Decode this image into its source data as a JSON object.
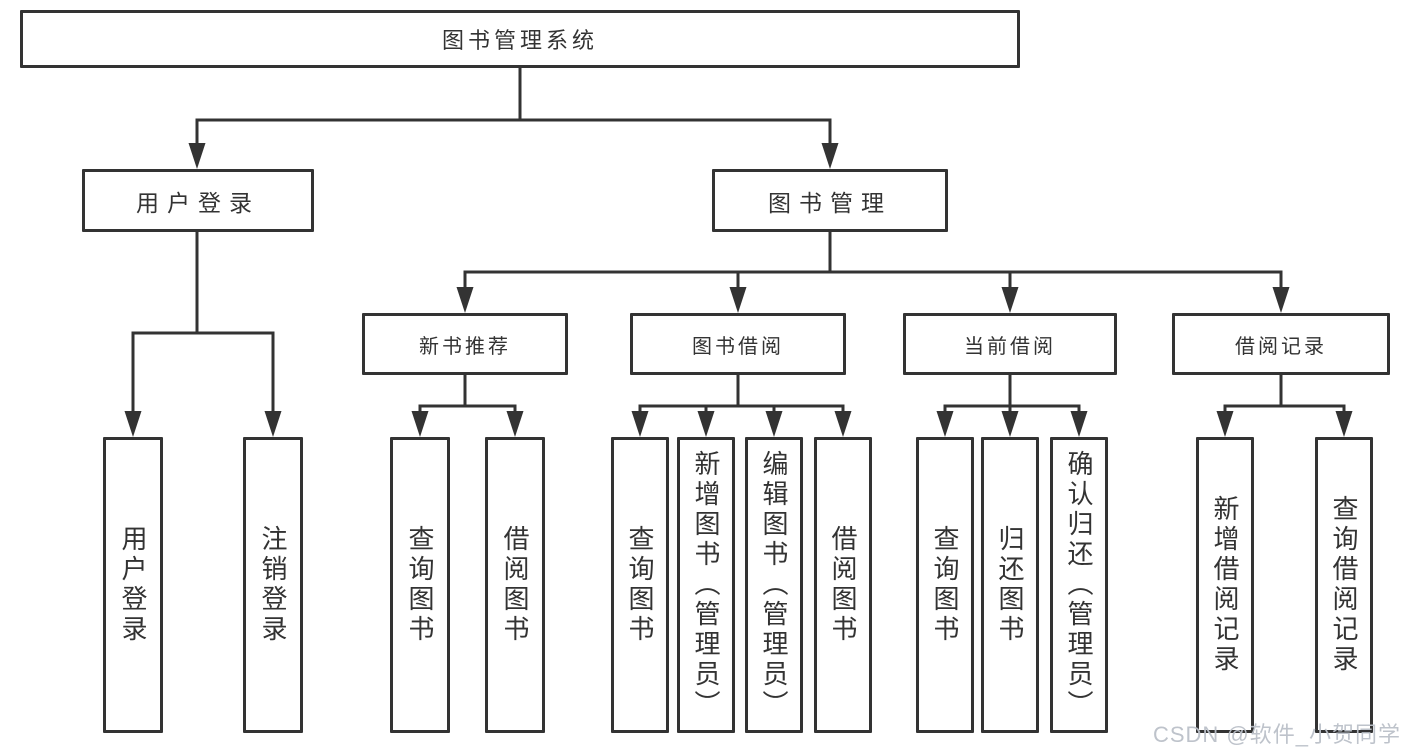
{
  "tree": {
    "label": "图书管理系统",
    "children": [
      {
        "label": "用户登录",
        "children": [
          {
            "label": "用户登录"
          },
          {
            "label": "注销登录"
          }
        ]
      },
      {
        "label": "图书管理",
        "children": [
          {
            "label": "新书推荐",
            "children": [
              {
                "label": "查询图书"
              },
              {
                "label": "借阅图书"
              }
            ]
          },
          {
            "label": "图书借阅",
            "children": [
              {
                "label": "查询图书"
              },
              {
                "label": "新增图书（管理员）"
              },
              {
                "label": "编辑图书（管理员）"
              },
              {
                "label": "借阅图书"
              }
            ]
          },
          {
            "label": "当前借阅",
            "children": [
              {
                "label": "查询图书"
              },
              {
                "label": "归还图书"
              },
              {
                "label": "确认归还（管理员）"
              }
            ]
          },
          {
            "label": "借阅记录",
            "children": [
              {
                "label": "新增借阅记录"
              },
              {
                "label": "查询借阅记录"
              }
            ]
          }
        ]
      }
    ]
  },
  "watermark": "CSDN @软件_小贺同学",
  "colors": {
    "line": "#333333",
    "text": "#333333",
    "watermark": "#bbc0c8"
  }
}
